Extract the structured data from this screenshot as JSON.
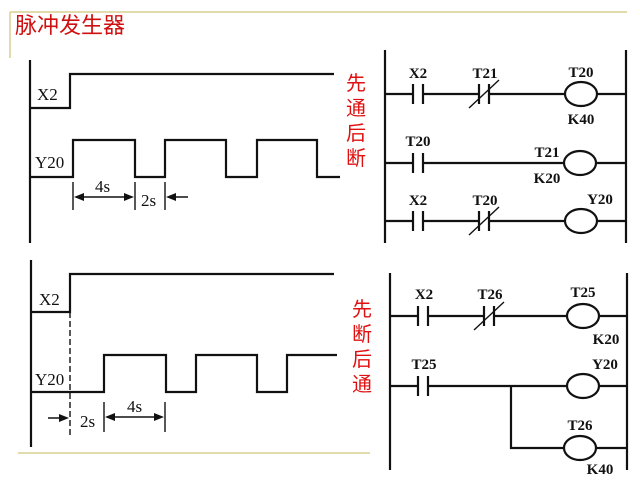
{
  "title": "脉冲发生器",
  "top": {
    "signal_x2": "X2",
    "signal_y20": "Y20",
    "dim_on": "4s",
    "dim_off": "2s",
    "caption": [
      "先",
      "通",
      "后",
      "断"
    ],
    "ladder": {
      "r1_contact": "X2",
      "r1_nc": "T21",
      "r1_coil": "T20",
      "r1_k": "K40",
      "r2_contact": "T20",
      "r2_coil": "T21",
      "r2_k": "K20",
      "r3_contact": "X2",
      "r3_nc": "T20",
      "r3_coil": "Y20"
    }
  },
  "bottom": {
    "signal_x2": "X2",
    "signal_y20": "Y20",
    "dim_off": "2s",
    "dim_on": "4s",
    "caption": [
      "先",
      "断",
      "后",
      "通"
    ],
    "ladder": {
      "r1_contact": "X2",
      "r1_nc": "T26",
      "r1_coil": "T25",
      "r1_k": "K20",
      "r2_contact": "T25",
      "r2_coil": "Y20",
      "r3_coil": "T26",
      "r3_k": "K40"
    }
  },
  "colors": {
    "accent": "#e01010",
    "frame": "#d8d090"
  }
}
